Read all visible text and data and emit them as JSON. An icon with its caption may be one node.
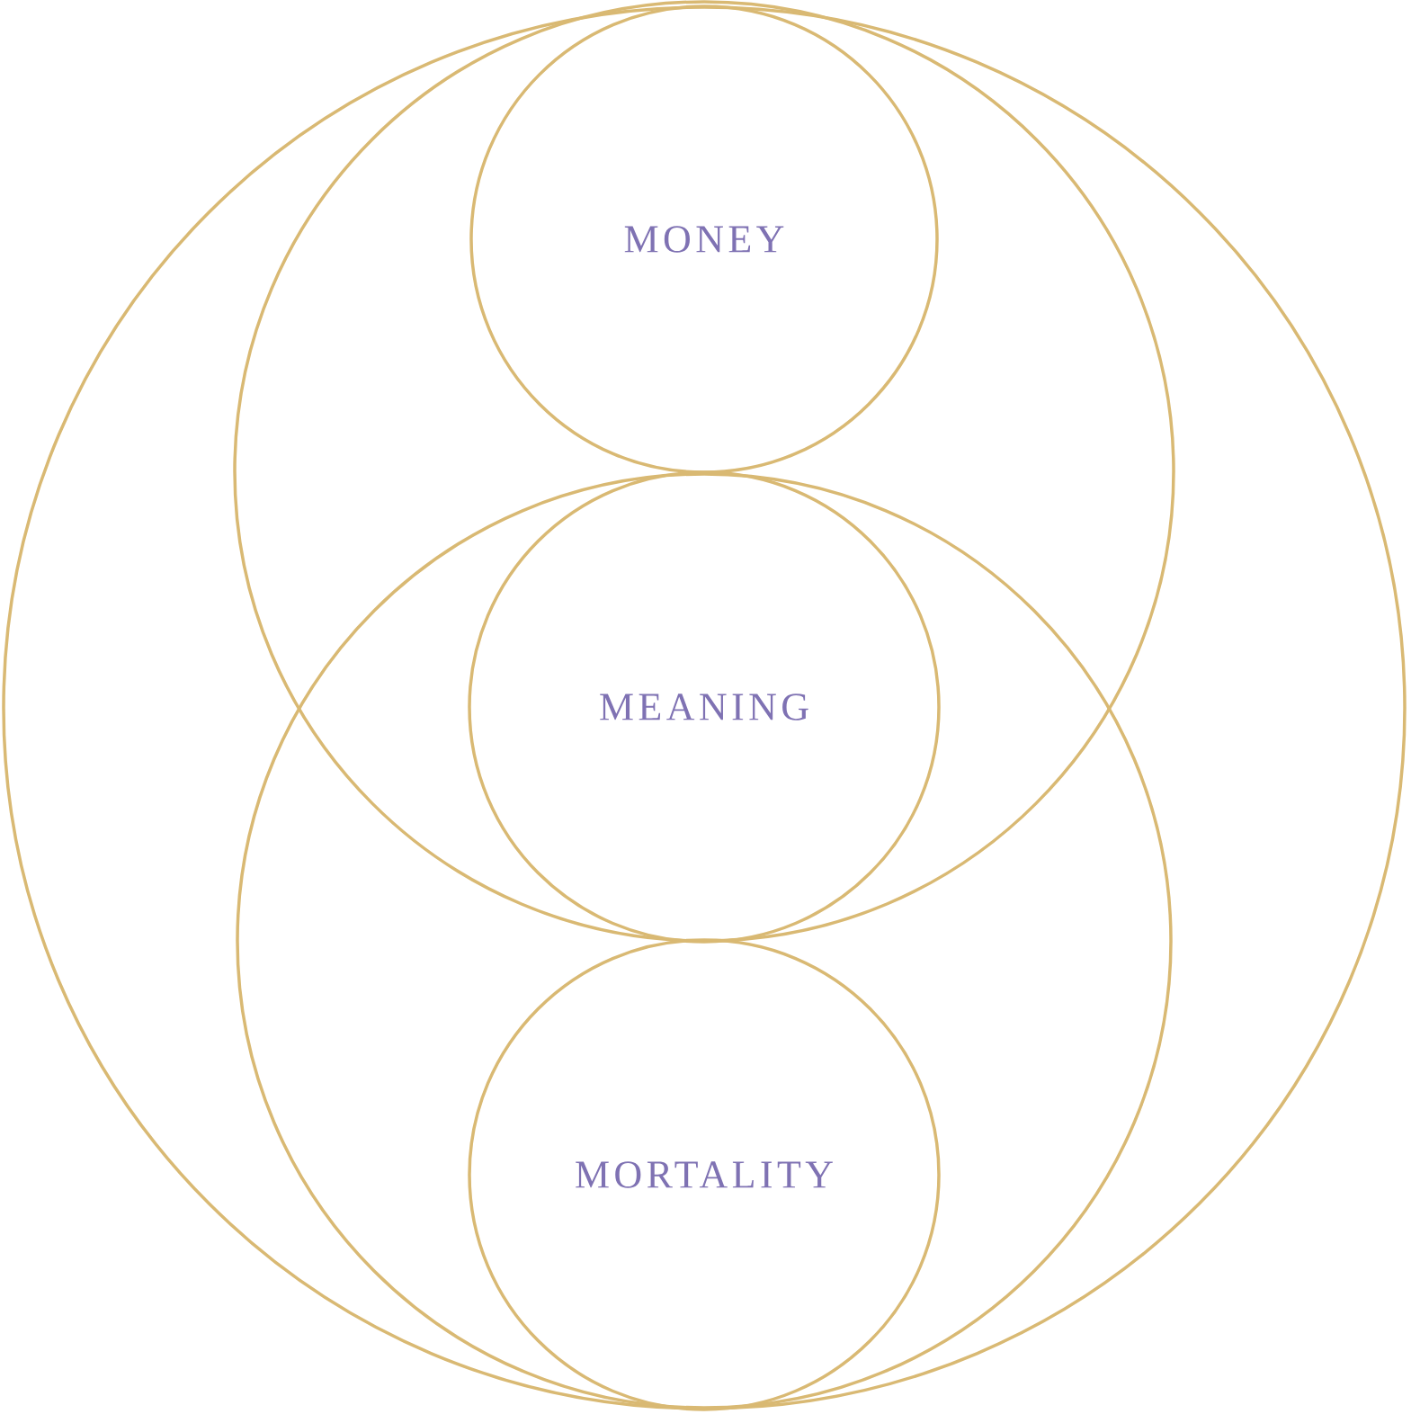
{
  "diagram": {
    "nodes": [
      {
        "text": [],
        "shape": "circle"
      },
      {
        "text": [],
        "shape": "circle",
        "in": 0
      },
      {
        "text": [],
        "shape": "circle",
        "in": 0
      },
      {
        "text": [
          "MONEY"
        ],
        "in": 1
      },
      {
        "text": [
          "MEANING"
        ]
      },
      {
        "text": [
          "MORTALITY"
        ],
        "in": 2
      }
    ]
  }
}
